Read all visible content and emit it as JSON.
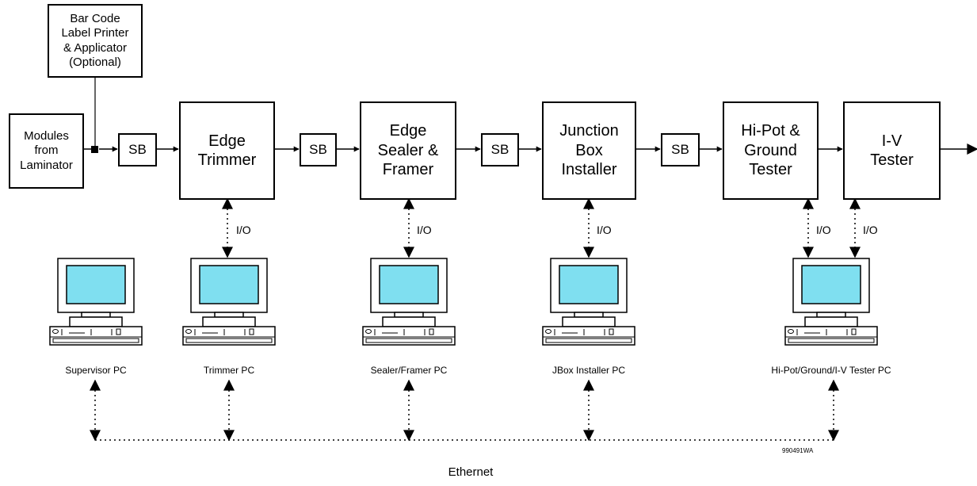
{
  "stations": {
    "printer": "Bar Code\nLabel Printer\n& Applicator\n(Optional)",
    "modules": "Modules\nfrom\nLaminator",
    "edge_trimmer": "Edge\nTrimmer",
    "edge_sealer_framer": "Edge\nSealer &\nFramer",
    "jbox_installer": "Junction\nBox\nInstaller",
    "hipot_ground_tester": "Hi-Pot &\nGround\nTester",
    "iv_tester": "I-V\nTester"
  },
  "sb_label": "SB",
  "io_label": "I/O",
  "pcs": {
    "supervisor": "Supervisor PC",
    "trimmer": "Trimmer PC",
    "sealer_framer": "Sealer/Framer PC",
    "jbox": "JBox Installer PC",
    "tester": "Hi-Pot/Ground/I-V Tester PC"
  },
  "network_label": "Ethernet",
  "reference_code": "990491WA",
  "colors": {
    "line": "#000000",
    "screen": "#7fdff0",
    "background": "#ffffff"
  }
}
